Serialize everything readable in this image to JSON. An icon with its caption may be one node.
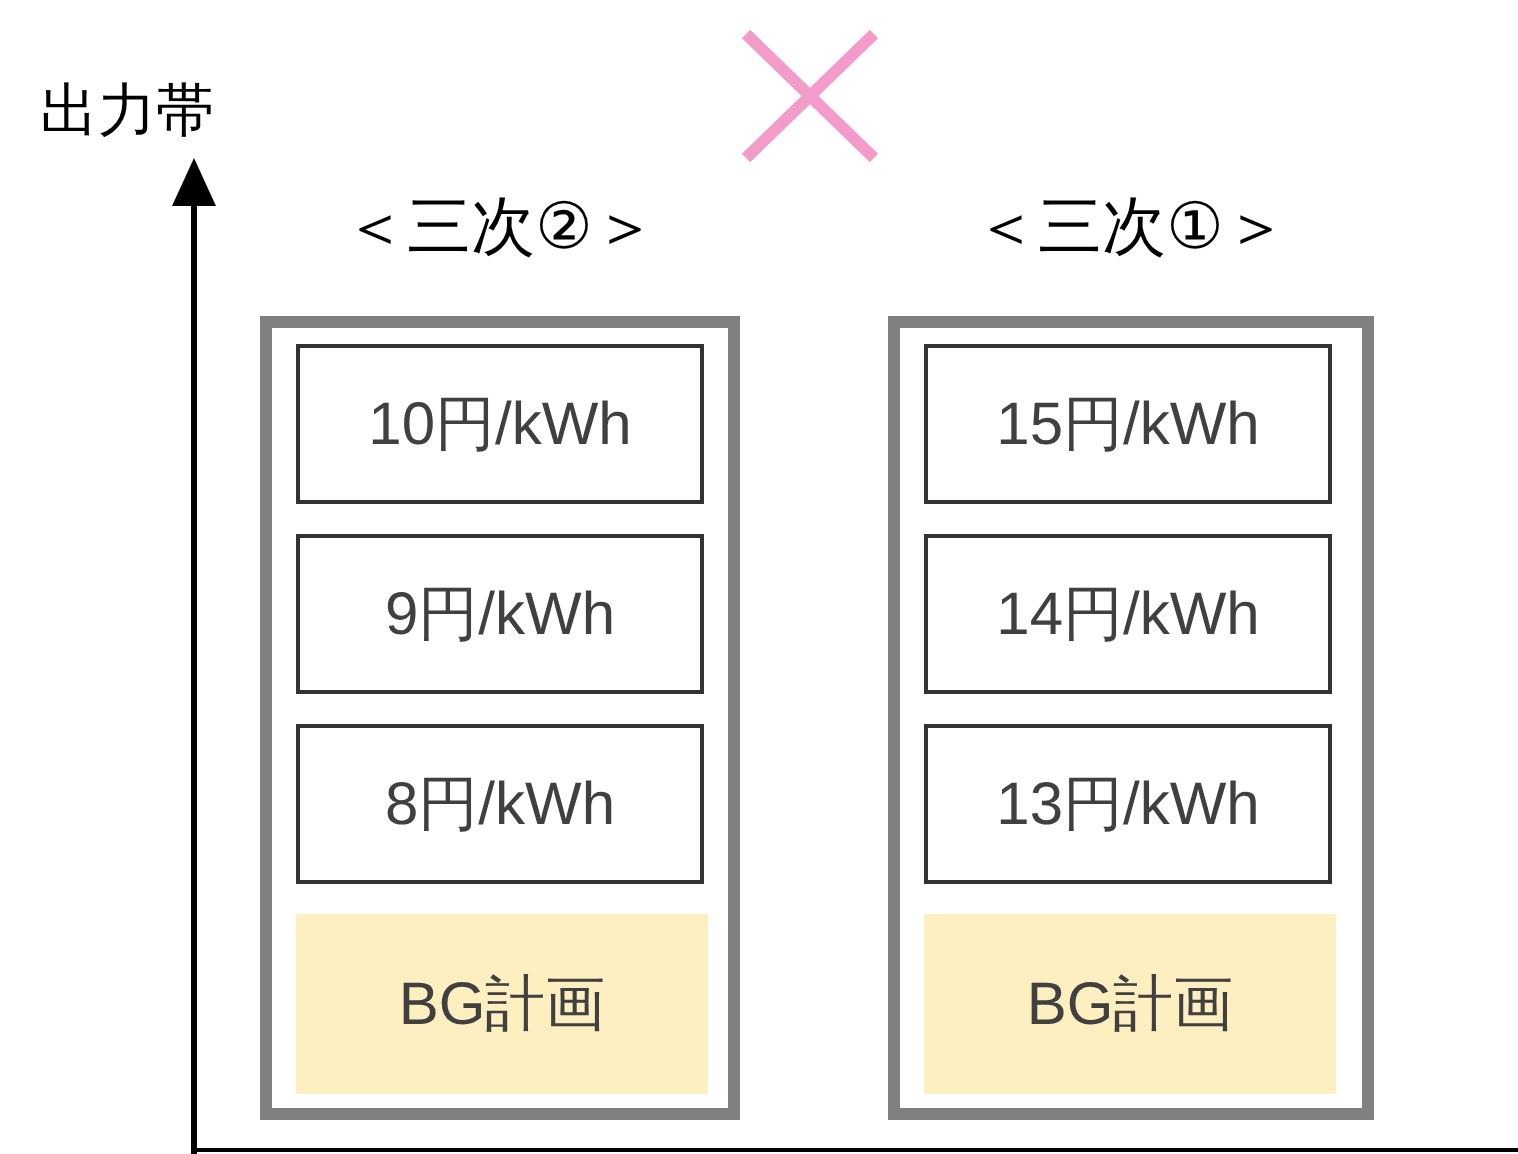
{
  "diagram": {
    "nodes": [
      {
        "text": [
          "＜三次②＞"
        ]
      },
      {
        "text": [
          "10円/kWh"
        ],
        "in": 0
      },
      {
        "text": [
          "9円/kWh"
        ],
        "in": 0
      },
      {
        "text": [
          "8円/kWh"
        ],
        "in": 0
      },
      {
        "text": [
          "BG計画"
        ],
        "in": 0
      },
      {
        "text": [
          "＜三次①＞"
        ]
      },
      {
        "text": [
          "15円/kWh"
        ],
        "in": 5
      },
      {
        "text": [
          "14円/kWh"
        ],
        "in": 5
      },
      {
        "text": [
          "13円/kWh"
        ],
        "in": 5
      },
      {
        "text": [
          "BG計画"
        ],
        "in": 5
      }
    ],
    "labels": [
      "出力帯"
    ]
  }
}
